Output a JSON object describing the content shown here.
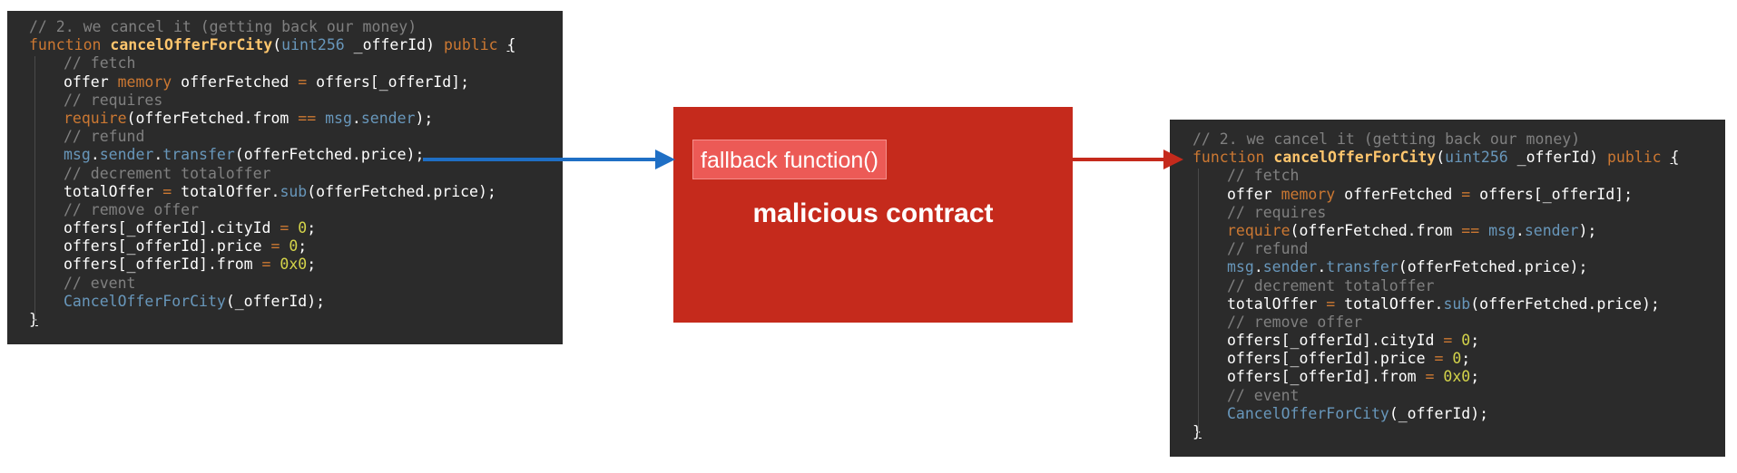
{
  "left_code": {
    "lines": [
      [
        {
          "t": "// 2. we cancel it (getting back our money)",
          "c": "comment"
        }
      ],
      [
        {
          "t": "function ",
          "c": "kw"
        },
        {
          "t": "cancelOfferForCity",
          "c": "fn"
        },
        {
          "t": "(",
          "c": "plain"
        },
        {
          "t": "uint256",
          "c": "type"
        },
        {
          "t": " _offerId) ",
          "c": "plain"
        },
        {
          "t": "public",
          "c": "kw"
        },
        {
          "t": " ",
          "c": "plain"
        },
        {
          "t": "{",
          "c": "uline"
        }
      ],
      [
        {
          "t": "// fetch",
          "c": "comment",
          "indent": 1
        }
      ],
      [
        {
          "t": "offer ",
          "c": "plain",
          "indent": 1
        },
        {
          "t": "memory",
          "c": "kw"
        },
        {
          "t": " offerFetched ",
          "c": "plain"
        },
        {
          "t": "=",
          "c": "op"
        },
        {
          "t": " offers[_offerId];",
          "c": "plain"
        }
      ],
      [
        {
          "t": "// requires",
          "c": "comment",
          "indent": 1
        }
      ],
      [
        {
          "t": "require",
          "c": "kw",
          "indent": 1
        },
        {
          "t": "(offerFetched.from ",
          "c": "plain"
        },
        {
          "t": "==",
          "c": "op"
        },
        {
          "t": " ",
          "c": "plain"
        },
        {
          "t": "msg",
          "c": "method"
        },
        {
          "t": ".",
          "c": "plain"
        },
        {
          "t": "sender",
          "c": "method"
        },
        {
          "t": ");",
          "c": "plain"
        }
      ],
      [
        {
          "t": "// refund",
          "c": "comment",
          "indent": 1
        }
      ],
      [
        {
          "t": "msg",
          "c": "method",
          "indent": 1
        },
        {
          "t": ".",
          "c": "plain"
        },
        {
          "t": "sender",
          "c": "method"
        },
        {
          "t": ".",
          "c": "plain"
        },
        {
          "t": "transfer",
          "c": "method"
        },
        {
          "t": "(offerFetched.price);",
          "c": "plain"
        }
      ],
      [
        {
          "t": "// decrement totaloffer",
          "c": "comment",
          "indent": 1
        }
      ],
      [
        {
          "t": "totalOffer ",
          "c": "plain",
          "indent": 1
        },
        {
          "t": "=",
          "c": "op"
        },
        {
          "t": " totalOffer.",
          "c": "plain"
        },
        {
          "t": "sub",
          "c": "method"
        },
        {
          "t": "(offerFetched.price);",
          "c": "plain"
        }
      ],
      [
        {
          "t": "// remove offer",
          "c": "comment",
          "indent": 1
        }
      ],
      [
        {
          "t": "offers[_offerId].cityId ",
          "c": "plain",
          "indent": 1
        },
        {
          "t": "=",
          "c": "op"
        },
        {
          "t": " ",
          "c": "plain"
        },
        {
          "t": "0",
          "c": "lit"
        },
        {
          "t": ";",
          "c": "plain"
        }
      ],
      [
        {
          "t": "offers[_offerId].price ",
          "c": "plain",
          "indent": 1
        },
        {
          "t": "=",
          "c": "op"
        },
        {
          "t": " ",
          "c": "plain"
        },
        {
          "t": "0",
          "c": "lit"
        },
        {
          "t": ";",
          "c": "plain"
        }
      ],
      [
        {
          "t": "offers[_offerId].from ",
          "c": "plain",
          "indent": 1
        },
        {
          "t": "=",
          "c": "op"
        },
        {
          "t": " ",
          "c": "plain"
        },
        {
          "t": "0x0",
          "c": "lit"
        },
        {
          "t": ";",
          "c": "plain"
        }
      ],
      [
        {
          "t": "// event",
          "c": "comment",
          "indent": 1
        }
      ],
      [
        {
          "t": "CancelOfferForCity",
          "c": "method",
          "indent": 1
        },
        {
          "t": "(_offerId);",
          "c": "plain"
        }
      ],
      [
        {
          "t": "}",
          "c": "uline"
        }
      ]
    ]
  },
  "malicious": {
    "fallback_label": "fallback function()",
    "title": "malicious contract",
    "box_color": "#c52a1c",
    "label_color": "#ec5a56"
  },
  "arrows": {
    "left_arrow_color": "#1f6fc5",
    "right_arrow_color": "#c52a1c"
  }
}
